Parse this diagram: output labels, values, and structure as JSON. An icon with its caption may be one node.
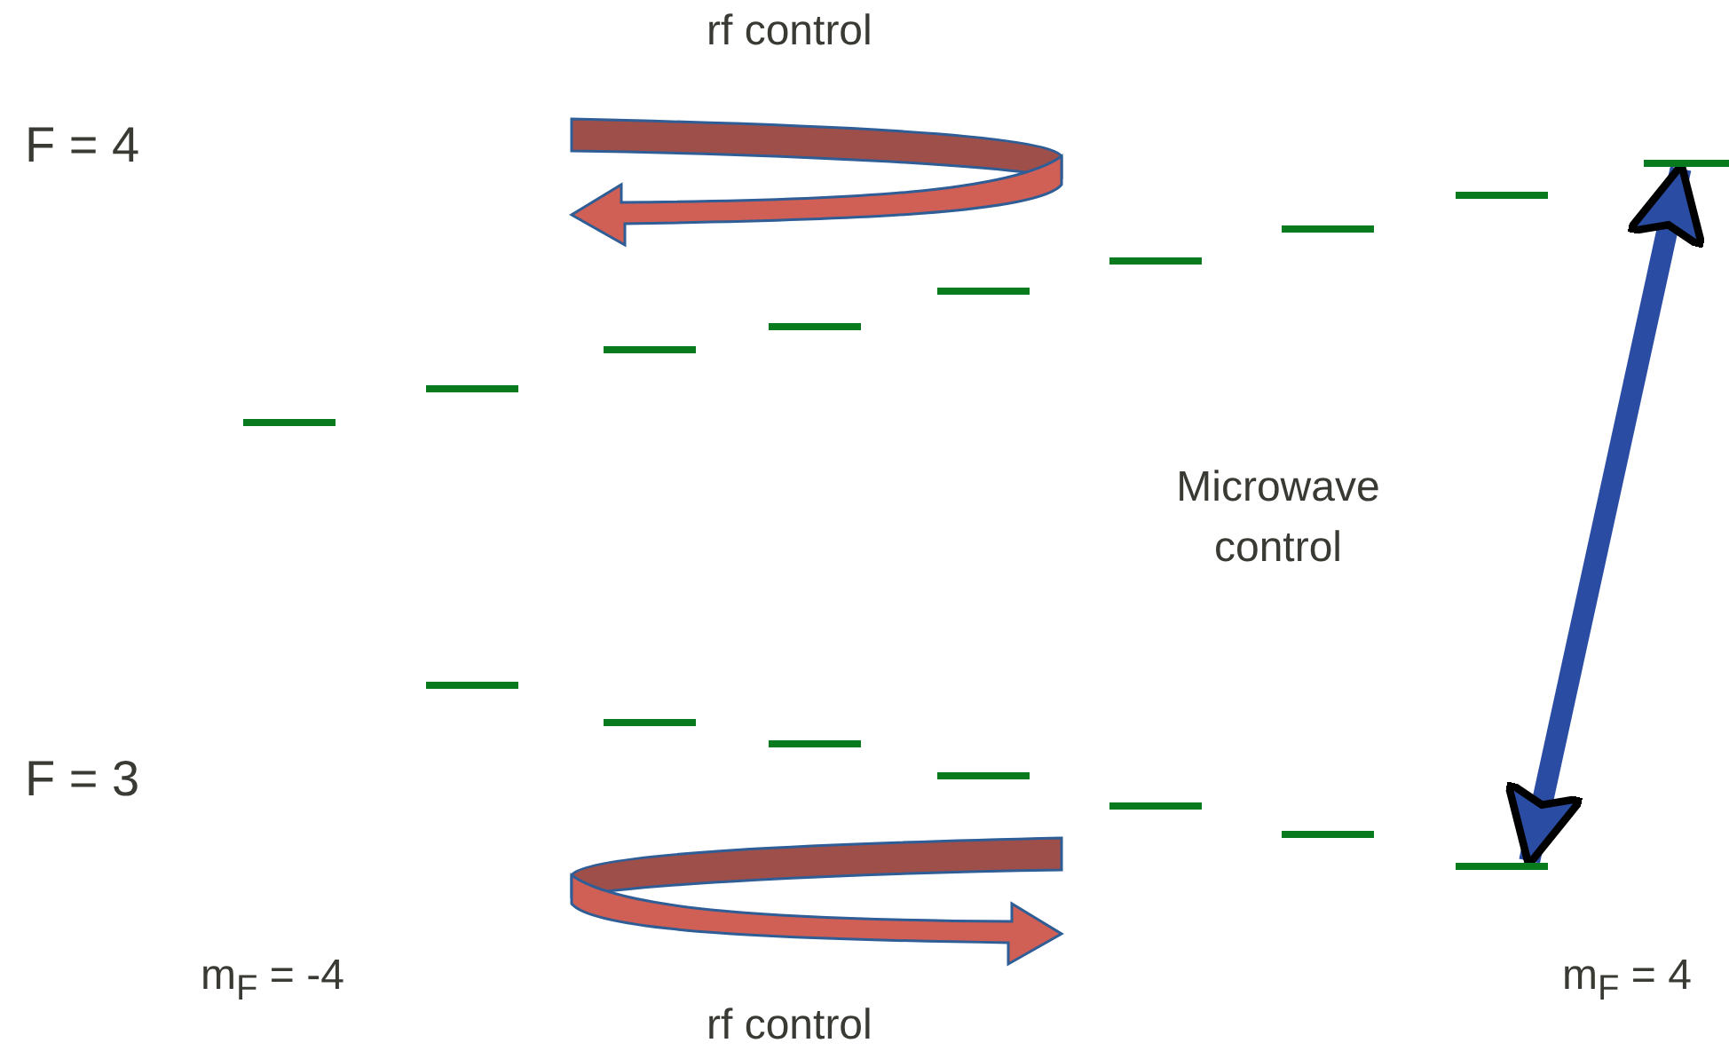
{
  "diagram": {
    "nodes": [
      {
        "text": [],
        "shape": "bar"
      },
      {
        "text": [],
        "shape": "bar"
      },
      {
        "text": [],
        "shape": "bar"
      },
      {
        "text": [],
        "shape": "bar"
      },
      {
        "text": [],
        "shape": "bar"
      },
      {
        "text": [],
        "shape": "bar"
      },
      {
        "text": [],
        "shape": "bar"
      },
      {
        "text": [],
        "shape": "bar"
      },
      {
        "text": [],
        "shape": "bar"
      },
      {
        "text": [],
        "shape": "bar"
      },
      {
        "text": [],
        "shape": "bar"
      },
      {
        "text": [],
        "shape": "bar"
      },
      {
        "text": [],
        "shape": "bar"
      },
      {
        "text": [],
        "shape": "bar"
      },
      {
        "text": [],
        "shape": "bar"
      },
      {
        "text": [],
        "shape": "bar"
      }
    ],
    "edges": [
      {
        "from": 15,
        "to": 8,
        "arrow": "both",
        "label": "Microwave control",
        "color": "#2a4da3"
      }
    ],
    "labels": [
      "rf control",
      "F = 4",
      "F = 3",
      "m$_{F}$ = -4",
      "m$_{F}$ = 4",
      "rf control"
    ]
  }
}
